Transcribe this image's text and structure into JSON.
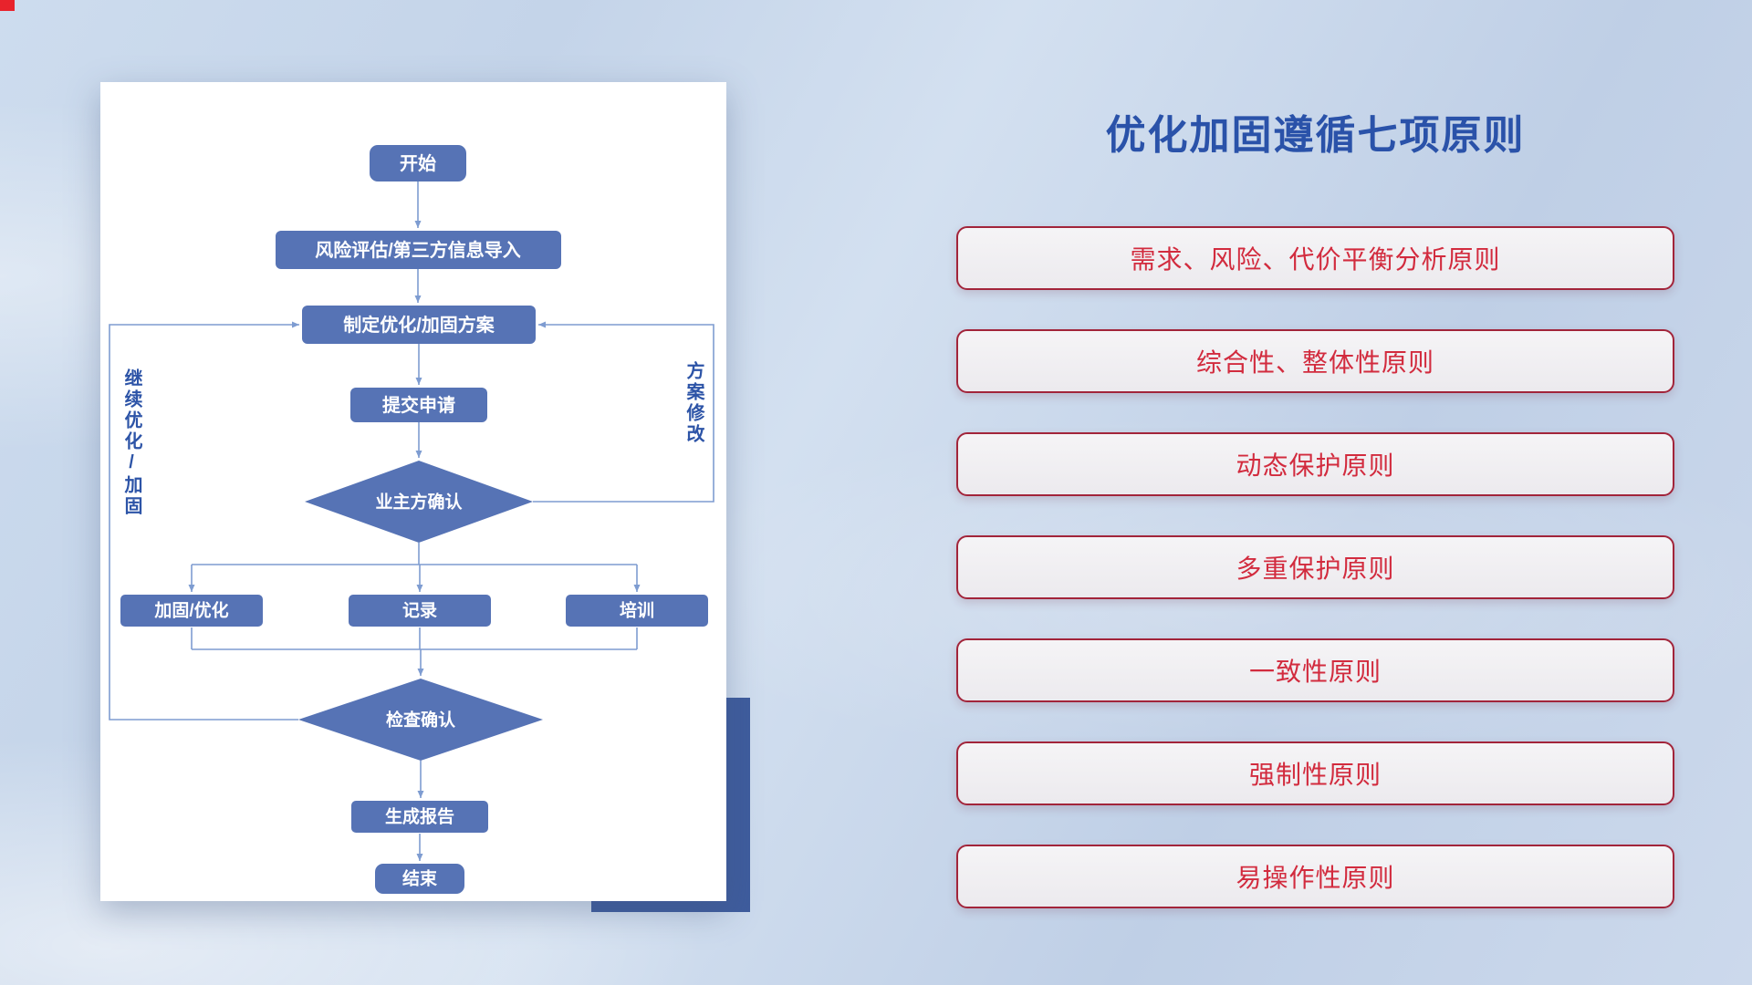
{
  "flowchart": {
    "nodes": {
      "start": "开始",
      "risk_import": "风险评估/第三方信息导入",
      "make_plan": "制定优化/加固方案",
      "submit": "提交申请",
      "owner_confirm": "业主方确认",
      "harden_optimize": "加固/优化",
      "record": "记录",
      "training": "培训",
      "check_confirm": "检查确认",
      "report": "生成报告",
      "end": "结束"
    },
    "loop_labels": {
      "continue_optimize": "继续优化/加固",
      "plan_revise": "方案修改"
    },
    "colors": {
      "node_fill": "#5673b5",
      "connector": "#7e9cd1",
      "loop_label_text": "#2d54a7",
      "accent_rect": "#3e5c9d"
    }
  },
  "right_panel": {
    "title": "优化加固遵循七项原则",
    "title_color": "#2a52a9",
    "principle_text_color": "#d22b3e",
    "principle_border_color": "#a2243a",
    "principles": [
      "需求、风险、代价平衡分析原则",
      "综合性、整体性原则",
      "动态保护原则",
      "多重保护原则",
      "一致性原则",
      "强制性原则",
      "易操作性原则"
    ]
  }
}
